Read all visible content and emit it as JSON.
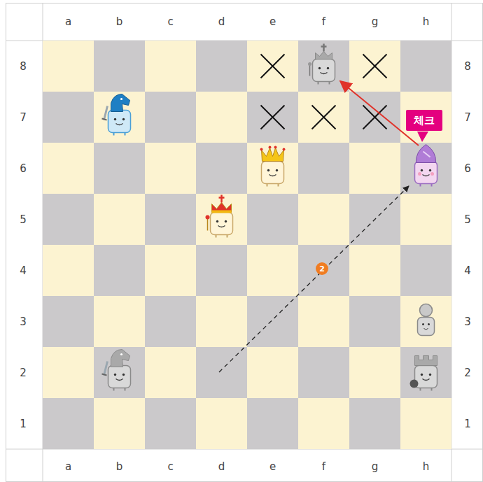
{
  "diagram": {
    "nodes": [
      {
        "text": [
          "체크"
        ]
      },
      {
        "text": [
          "2"
        ]
      }
    ],
    "labels": [
      "a",
      "b",
      "c",
      "d",
      "e",
      "f",
      "g",
      "h",
      "8",
      "8",
      "7",
      "7",
      "6",
      "6",
      "5",
      "5",
      "4",
      "4",
      "3",
      "3",
      "2",
      "2",
      "1",
      "1",
      "a",
      "b",
      "c",
      "d",
      "e",
      "f",
      "g",
      "h"
    ]
  }
}
